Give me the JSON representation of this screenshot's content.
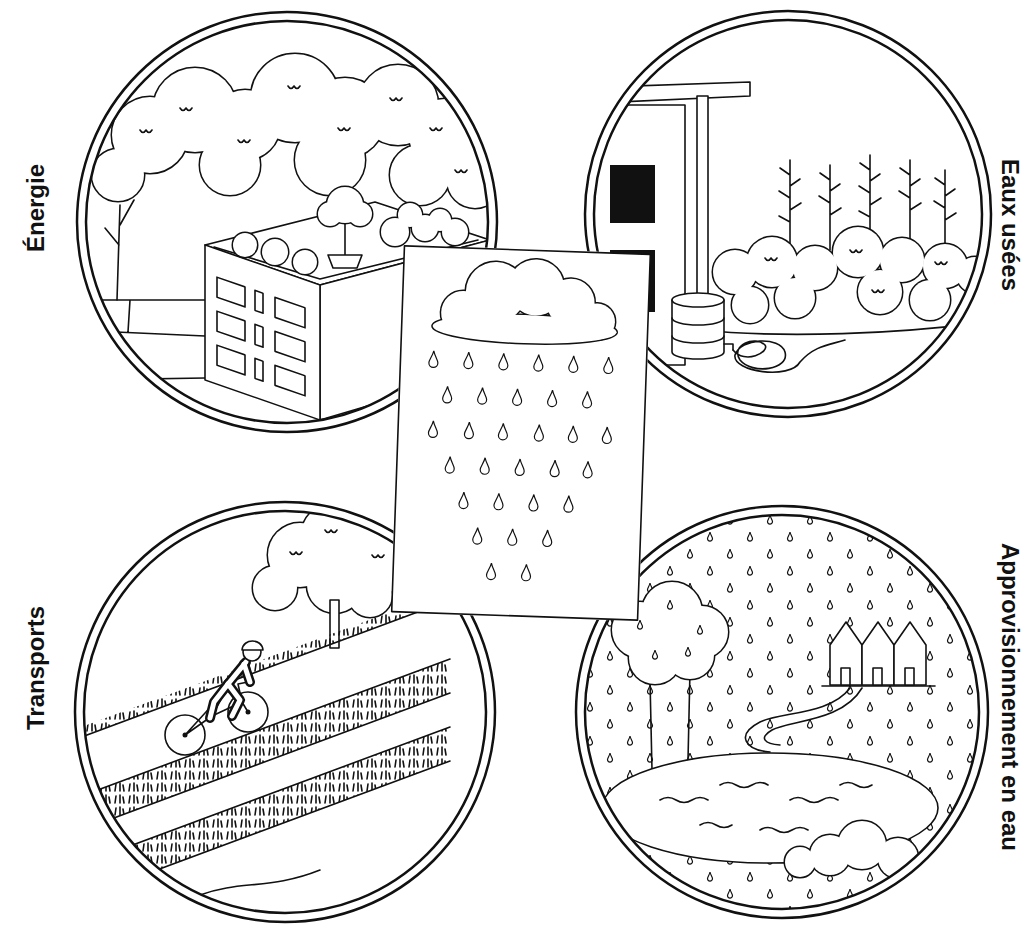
{
  "diagram": {
    "nodes": [
      {
        "text": [
          "Énergie"
        ]
      },
      {
        "text": [
          "Eaux usées"
        ]
      },
      {
        "text": [
          "Transports"
        ]
      },
      {
        "text": [
          "Approvisionnement en eau"
        ]
      }
    ]
  }
}
